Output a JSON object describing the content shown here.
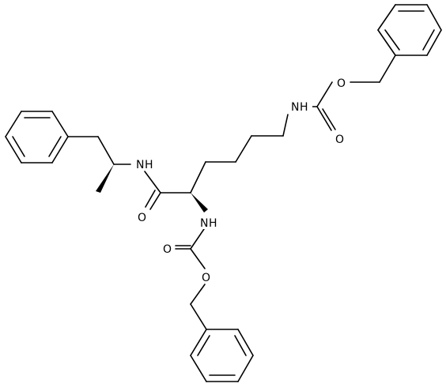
{
  "molecule": {
    "atom_labels": {
      "n_carbamate_top": "N",
      "h_carbamate_top": "H",
      "o_ester_top": "O",
      "o_carbonyl_top": "O",
      "n_amide": "N",
      "h_amide": "H",
      "o_amide": "O",
      "n_carbamate_bottom": "N",
      "h_carbamate_bottom": "H",
      "o_carbonyl_bottom": "O",
      "o_ester_bottom": "O"
    },
    "stereo": {
      "amine_stereocenter": "wedge",
      "alpha_carbon": "wedge"
    },
    "colors": {
      "bond": "#000000",
      "text": "#000000",
      "background": "#ffffff"
    }
  }
}
